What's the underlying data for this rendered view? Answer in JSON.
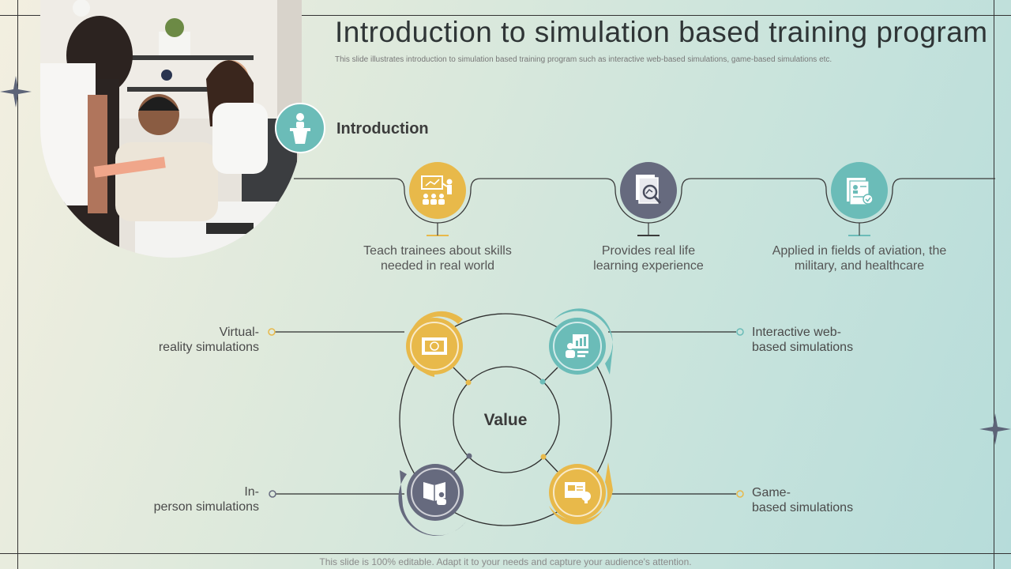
{
  "title": "Introduction to simulation based training program",
  "subtitle": "This slide illustrates introduction to simulation based training program such as interactive web-based simulations, game-based simulations etc.",
  "introduction": {
    "heading": "Introduction",
    "items": [
      {
        "text": "Teach trainees about skills needed in real world",
        "icon": "trainer-presentation-icon",
        "color": "#e8b94a"
      },
      {
        "text": "Provides real life learning experience",
        "icon": "report-search-icon",
        "color": "#666a7e"
      },
      {
        "text": "Applied in fields of aviation, the military, and healthcare",
        "icon": "profile-document-icon",
        "color": "#6bbcb8"
      }
    ]
  },
  "value": {
    "center_label": "Value",
    "items": [
      {
        "label_line1": "Virtual-",
        "label_line2": "reality simulations",
        "icon": "vr-screen-icon",
        "color": "#e8b94a"
      },
      {
        "label_line1": "Interactive web-",
        "label_line2": "based simulations",
        "icon": "web-analytics-icon",
        "color": "#6bbcb8"
      },
      {
        "label_line1": "In-",
        "label_line2": "person simulations",
        "icon": "person-book-icon",
        "color": "#666a7e"
      },
      {
        "label_line1": "Game-",
        "label_line2": "based simulations",
        "icon": "game-idea-icon",
        "color": "#e8b94a"
      }
    ]
  },
  "footer": "This slide is 100% editable. Adapt it to your needs and capture your audience's attention.",
  "colors": {
    "yellow": "#e8b94a",
    "slate": "#666a7e",
    "teal": "#6bbcb8"
  }
}
